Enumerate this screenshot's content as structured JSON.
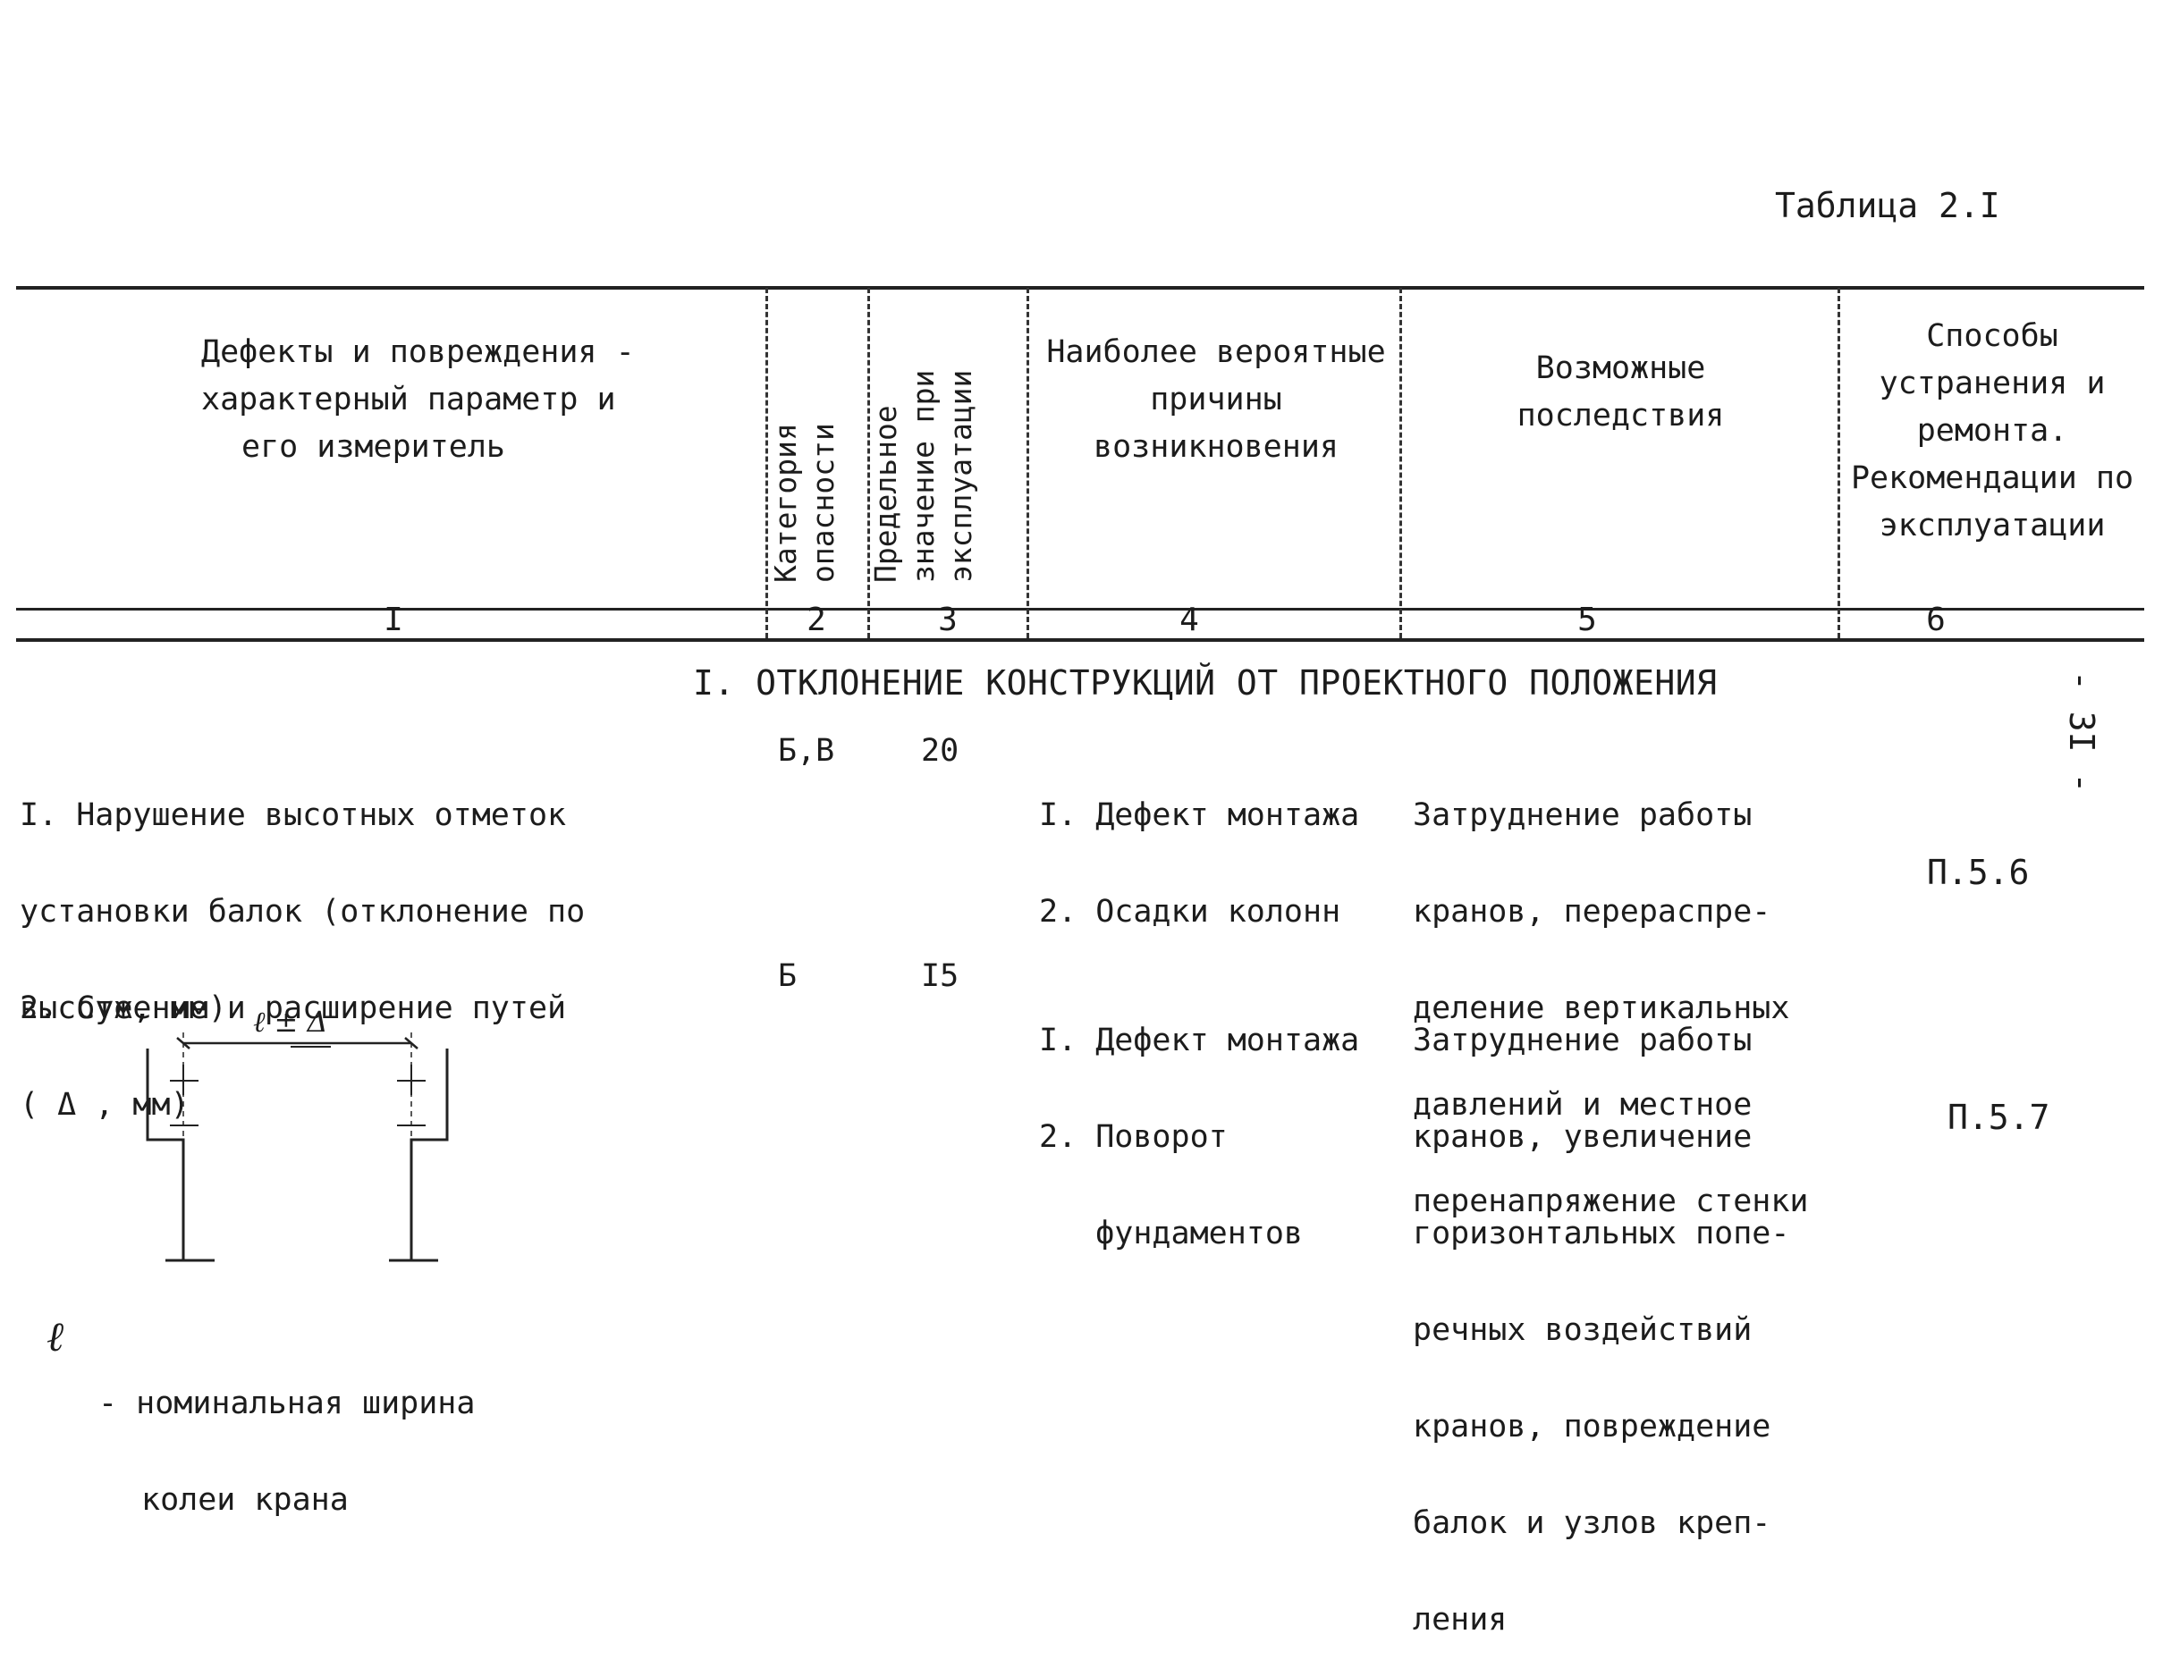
{
  "table_caption": "Таблица 2.I",
  "page_number": "- 3I -",
  "header": {
    "col1": [
      "Дефекты и повреждения -",
      "характерный параметр и",
      "его измеритель"
    ],
    "col2": [
      "Категория",
      "опасности"
    ],
    "col3": [
      "Предельное",
      "значение при",
      "эксплуатации"
    ],
    "col4": [
      "Наиболее вероятные",
      "причины",
      "возникновения"
    ],
    "col5": [
      "Возможные",
      "последствия"
    ],
    "col6": [
      "Способы",
      "устранения и",
      "ремонта.",
      "Рекомендации по",
      "эксплуатации"
    ]
  },
  "column_numbers": [
    "I",
    "2",
    "3",
    "4",
    "5",
    "6"
  ],
  "section_title": "I. ОТКЛОНЕНИЕ КОНСТРУКЦИЙ ОТ ПРОЕКТНОГО ПОЛОЖЕНИЯ",
  "rows": [
    {
      "defect": [
        "I. Нарушение высотных отметок",
        "установки балок (отклонение по",
        "высоте, мм)"
      ],
      "category": "Б,В",
      "limit": "20",
      "causes": [
        "I. Дефект монтажа",
        "2. Осадки колонн"
      ],
      "consequences": [
        "Затруднение работы",
        "кранов, перераспре-",
        "деление вертикальных",
        "давлений и местное",
        "перенапряжение стенки"
      ],
      "remedy": "П.5.6"
    },
    {
      "defect": [
        "2. Сужение и расширение путей",
        "( Δ , мм)"
      ],
      "category": "Б",
      "limit": "I5",
      "causes": [
        "I. Дефект монтажа",
        "2. Поворот",
        "   фундаментов"
      ],
      "consequences": [
        "Затруднение работы",
        "кранов, увеличение",
        "горизонтальных попе-",
        "речных воздействий",
        "кранов, повреждение",
        "балок и узлов креп-",
        "ления"
      ],
      "remedy": "П.5.7"
    }
  ],
  "figure": {
    "dim_label": "ℓ ± Δ",
    "legend_symbol": "ℓ",
    "legend_text": [
      "- номинальная ширина",
      "колеи крана"
    ]
  }
}
